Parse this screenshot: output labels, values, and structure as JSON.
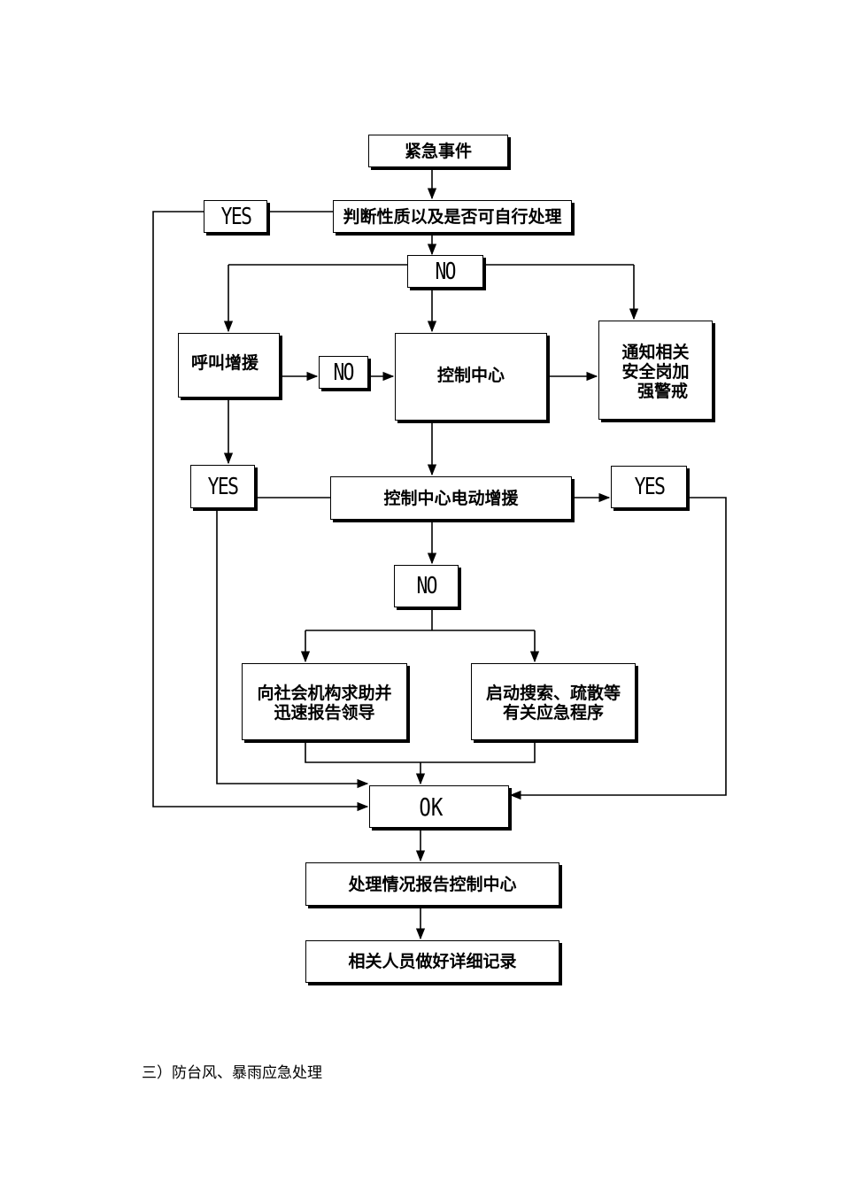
{
  "flowchart": {
    "emergency_event": "紧急事件",
    "judge": "判断性质以及是否可自行处理",
    "yes_top": "YES",
    "no_top": "NO",
    "call_reinforcement": "呼叫增援",
    "no_mid": "NO",
    "control_center": "控制中心",
    "notify": [
      "通知相关",
      "安全岗加",
      "强警戒"
    ],
    "yes_left": "YES",
    "control_reinforce": "控制中心电动增援",
    "yes_right": "YES",
    "no_bottom": "NO",
    "seek_help": [
      "向社会机构求助并",
      "迅速报告领导"
    ],
    "start_search": [
      "启动搜索、疏散等",
      "有关应急程序"
    ],
    "ok": "OK",
    "report_result": "处理情况报告控制中心",
    "record": "相关人员做好详细记录"
  },
  "section_heading": "三）防台风、暴雨应急处理"
}
